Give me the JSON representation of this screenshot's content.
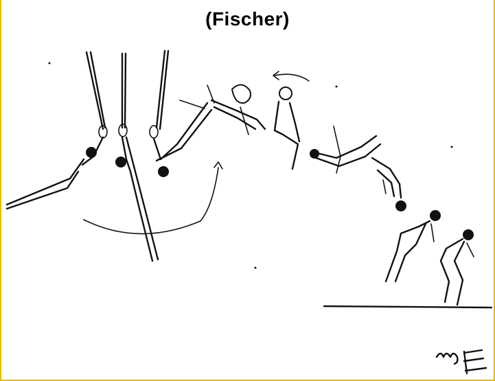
{
  "title": "(Fischer)",
  "colors": {
    "border": "#e8b800",
    "ink": "#111111",
    "background": "#ffffff"
  },
  "illustration": {
    "subject": "gymnast-ring-dismount-sequence",
    "signature": "ME"
  }
}
